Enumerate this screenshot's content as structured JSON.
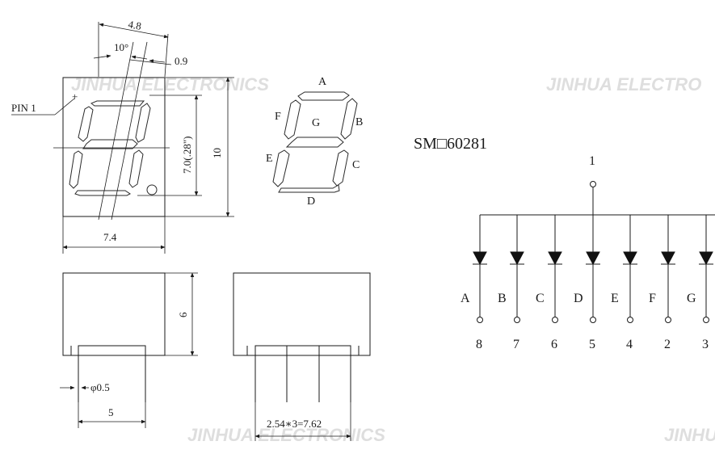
{
  "watermarks": [
    "JINHUA ELECTRONICS",
    "JINHUA ELECTRO",
    "JINHUA ELECTRONICS",
    "JINHUA"
  ],
  "front_view": {
    "dim_top_width": "4.8",
    "dim_slant_angle": "10°",
    "dim_segment_width": "0.9",
    "pin1_label": "PIN 1",
    "pin1_marker": "+",
    "dim_digit_height": "7.0(.28\")",
    "dim_body_height": "10",
    "dim_body_width": "7.4"
  },
  "side_view": {
    "dim_body_depth": "6",
    "dim_pin_diameter": "φ0.5",
    "dim_pin_spacing": "5"
  },
  "bottom_view": {
    "dim_pitch": "2.54∗3=7.62"
  },
  "segment_map": {
    "labels": [
      "A",
      "B",
      "C",
      "D",
      "E",
      "F",
      "G"
    ]
  },
  "schematic": {
    "part_number": "SM□60281",
    "common_pin": "1",
    "channels": [
      {
        "segment": "A",
        "pin": "8"
      },
      {
        "segment": "B",
        "pin": "7"
      },
      {
        "segment": "C",
        "pin": "6"
      },
      {
        "segment": "D",
        "pin": "5"
      },
      {
        "segment": "E",
        "pin": "4"
      },
      {
        "segment": "F",
        "pin": "2"
      },
      {
        "segment": "G",
        "pin": "3"
      }
    ]
  }
}
